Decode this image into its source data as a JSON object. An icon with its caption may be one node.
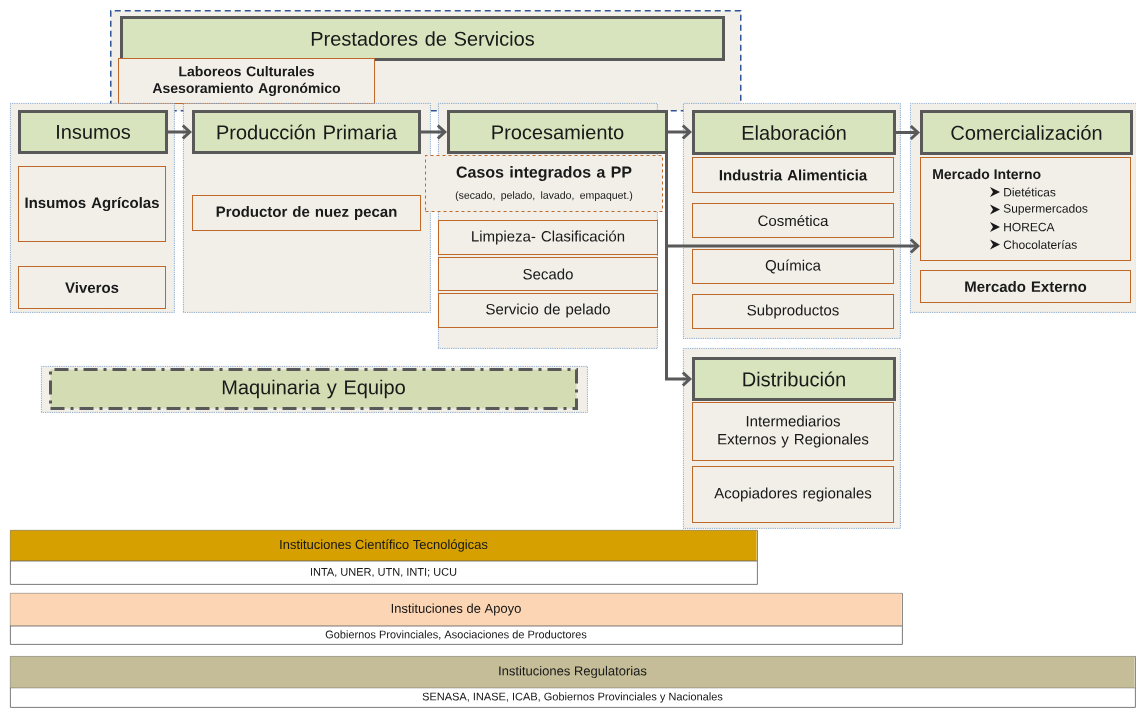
{
  "diagram": {
    "nodes": [
      {
        "text": [],
        "shape": "box"
      },
      {
        "text": [
          "Prestadores de Servicios"
        ],
        "in": 0
      },
      {
        "text": [
          "Laboreos Culturales Asesoramiento Agronómico"
        ],
        "in": 0
      },
      {
        "text": [],
        "shape": "box"
      },
      {
        "text": [
          "Insumos"
        ],
        "in": 3
      },
      {
        "text": [
          "Insumos Agrícolas"
        ],
        "in": 3
      },
      {
        "text": [
          "Viveros"
        ],
        "in": 3
      },
      {
        "text": [],
        "shape": "box"
      },
      {
        "text": [
          "Producción Primaria"
        ],
        "in": 7
      },
      {
        "text": [
          "Productor de nuez pecan"
        ],
        "in": 7
      },
      {
        "text": [],
        "shape": "box"
      },
      {
        "text": [
          "Procesamiento"
        ],
        "in": 10
      },
      {
        "text": [
          "Casos integrados a PP",
          "(secado, pelado, lavado, empaquet.)"
        ]
      },
      {
        "text": [
          "Limpieza- Clasificación"
        ],
        "in": 10
      },
      {
        "text": [
          "Secado"
        ],
        "in": 10
      },
      {
        "text": [
          "Servicio de pelado"
        ],
        "in": 10
      },
      {
        "text": [],
        "shape": "box"
      },
      {
        "text": [
          "Elaboración"
        ],
        "in": 16
      },
      {
        "text": [
          "Industria Alimenticia"
        ],
        "in": 16
      },
      {
        "text": [
          "Cosmética"
        ],
        "in": 16
      },
      {
        "text": [
          "Química"
        ],
        "in": 16
      },
      {
        "text": [
          "Subproductos"
        ],
        "in": 16
      },
      {
        "text": [],
        "shape": "box"
      },
      {
        "text": [
          "Comercialización"
        ],
        "in": 22
      },
      {
        "text": [
          "Mercado Interno",
          "Dietéticas",
          "Supermercados",
          "HORECA",
          "Chocolaterías"
        ],
        "in": 22
      },
      {
        "text": [
          "Mercado Externo"
        ],
        "in": 22
      },
      {
        "text": [],
        "shape": "box"
      },
      {
        "text": [
          "Distribución"
        ],
        "in": 26
      },
      {
        "text": [
          "Intermediarios Externos y Regionales"
        ],
        "in": 26
      },
      {
        "text": [
          "Acopiadores regionales"
        ],
        "in": 26
      },
      {
        "text": [],
        "shape": "box"
      },
      {
        "text": [
          "Maquinaria y Equipo"
        ],
        "in": 30
      },
      {
        "text": [
          "Instituciones Científico Tecnológicas",
          "INTA, UNER, UTN, INTI; UCU"
        ]
      },
      {
        "text": [
          "Instituciones de Apoyo",
          "Gobiernos Provinciales, Asociaciones de Productores"
        ]
      },
      {
        "text": [
          "Instituciones Regulatorias",
          "SENASA,  INASE, ICAB, Gobiernos Provinciales y Nacionales"
        ]
      }
    ],
    "edges": [
      {
        "from": 4,
        "to": 8,
        "arrow": "to"
      },
      {
        "from": 8,
        "to": 11,
        "arrow": "to"
      },
      {
        "from": 11,
        "to": 17,
        "arrow": "to"
      },
      {
        "from": 17,
        "to": 23,
        "arrow": "to"
      },
      {
        "from": 11,
        "to": 24,
        "arrow": "to"
      },
      {
        "from": 11,
        "to": 27,
        "arrow": "to"
      }
    ]
  }
}
